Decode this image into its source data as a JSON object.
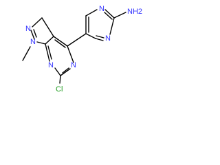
{
  "molecule": {
    "atoms": {
      "n_pyrazole_top": "N",
      "n_pyrazole_methyl": "N",
      "n_pyrimidine_lower": "N",
      "n_pyrimidine_right": "N",
      "n_aminopyrimidine_top": "N",
      "n_aminopyrimidine_bottom": "N",
      "chlorine": "Cl",
      "amine": "NH2"
    }
  }
}
